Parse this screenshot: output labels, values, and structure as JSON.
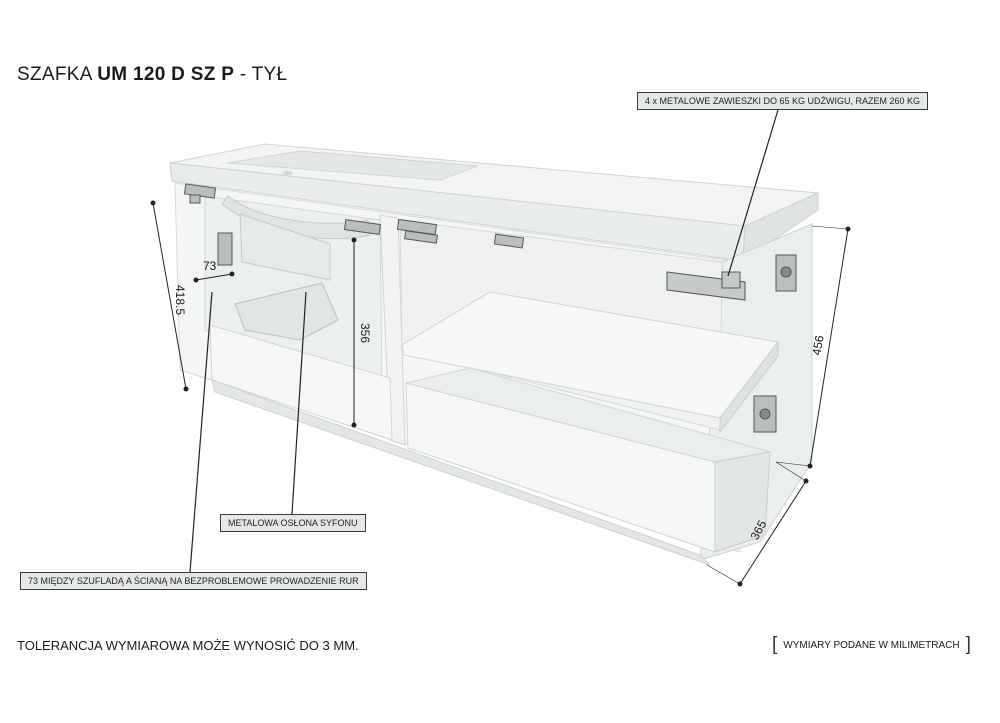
{
  "title": {
    "prefix": "SZAFKA",
    "model": "UM 120 D SZ P",
    "suffix": "- TYŁ"
  },
  "callouts": {
    "hangers": "4 x METALOWE ZAWIESZKI DO 65 KG UDŹWIGU, RAZEM 260 KG",
    "siphon": "METALOWA OSŁONA SYFONU",
    "gap": "73 MIĘDZY SZUFLADĄ A ŚCIANĄ NA BEZPROBLEMOWE PROWADZENIE RUR"
  },
  "dimensions": {
    "gap_depth": "73",
    "left_height": "418.5",
    "inner_height": "356",
    "right_height": "456",
    "depth": "365"
  },
  "footer": {
    "tolerance": "TOLERANCJA WYMIAROWA MOŻE WYNOSIĆ DO 3 MM.",
    "units_open": "[",
    "units": "WYMIARY PODANE W MILIMETRACH",
    "units_close": "]"
  },
  "colors": {
    "cabinet": "#eef1ef",
    "cabinet_edge": "#c9cfcb",
    "callout_bg": "#e4e9e6"
  }
}
